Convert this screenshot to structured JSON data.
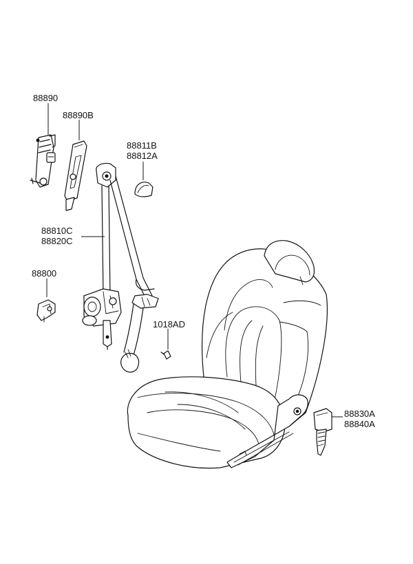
{
  "labels": {
    "p88890": "88890",
    "p88890b": "88890B",
    "p88811b": "88811B",
    "p88812a": "88812A",
    "p88810c": "88810C",
    "p88820c": "88820C",
    "p88800": "88800",
    "p1018ad": "1018AD",
    "p88830a": "88830A",
    "p88840a": "88840A"
  }
}
